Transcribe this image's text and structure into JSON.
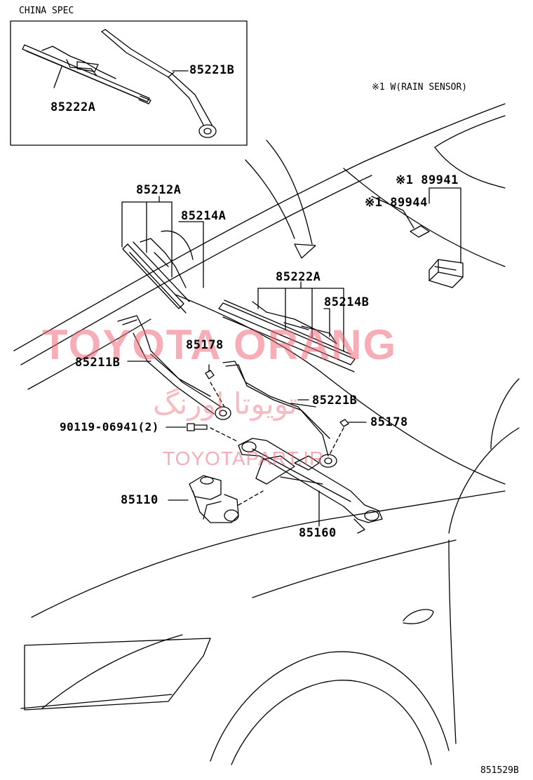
{
  "header": {
    "spec": "CHINA SPEC",
    "note": "※1 W(RAIN SENSOR)"
  },
  "parts": {
    "p85221B_china": "85221B",
    "p85222A_china": "85222A",
    "p85212A": "85212A",
    "p85214A": "85214A",
    "p85222A": "85222A",
    "p85214B": "85214B",
    "p89941": "※1 89941",
    "p89944": "※1 89944",
    "p85178_a": "85178",
    "p85211B": "85211B",
    "p85221B": "85221B",
    "p85178_b": "85178",
    "p90119": "90119-06941(2)",
    "p85110": "85110",
    "p85160": "85160"
  },
  "watermark": {
    "main": "TOYOTA ORANG",
    "persian": "تویوتا اورنگ",
    "site": "TOYOTAPART.IR"
  },
  "footer": {
    "code": "851529B"
  }
}
